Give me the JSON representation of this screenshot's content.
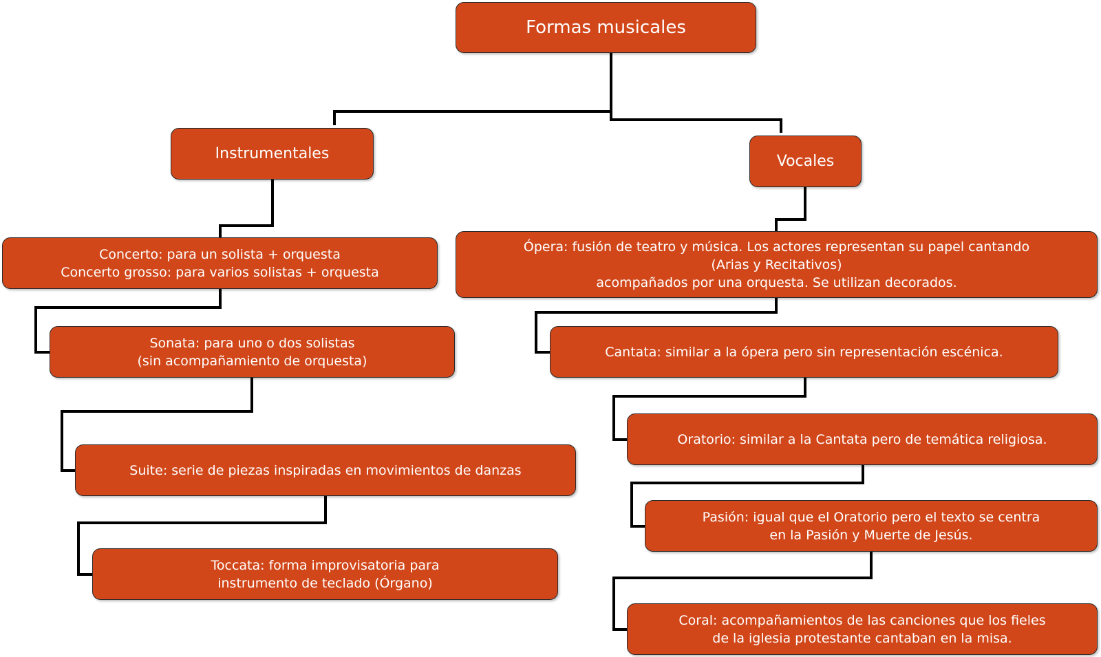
{
  "diagram": {
    "root": {
      "label": "Formas musicales"
    },
    "instrumentales": {
      "label": "Instrumentales",
      "items": [
        {
          "id": "concerto",
          "label": "Concerto: para un solista + orquesta\nConcerto grosso: para varios solistas + orquesta"
        },
        {
          "id": "sonata",
          "label": "Sonata: para uno o dos solistas\n(sin acompañamiento de orquesta)"
        },
        {
          "id": "suite",
          "label": "Suite: serie de piezas inspiradas en movimientos de danzas"
        },
        {
          "id": "toccata",
          "label": "Toccata: forma improvisatoria para\ninstrumento de teclado (Órgano)"
        }
      ]
    },
    "vocales": {
      "label": "Vocales",
      "items": [
        {
          "id": "opera",
          "label": "Ópera: fusión de teatro y música. Los actores representan su papel cantando\n(Arias y Recitativos)\nacompañados por una orquesta. Se utilizan decorados."
        },
        {
          "id": "cantata",
          "label": "Cantata: similar a la ópera pero sin representación escénica."
        },
        {
          "id": "oratorio",
          "label": "Oratorio: similar a la Cantata pero de temática religiosa."
        },
        {
          "id": "pasion",
          "label": "Pasión: igual que el Oratorio pero el texto se centra\nen la Pasión y Muerte de Jesús."
        },
        {
          "id": "coral",
          "label": "Coral: acompañamientos de las canciones que los fieles\nde la iglesia protestante cantaban en la misa."
        }
      ]
    }
  },
  "colors": {
    "node_fill": "#d1471a",
    "node_text": "#ffffff",
    "connector": "#000000",
    "background": "#ffffff"
  }
}
